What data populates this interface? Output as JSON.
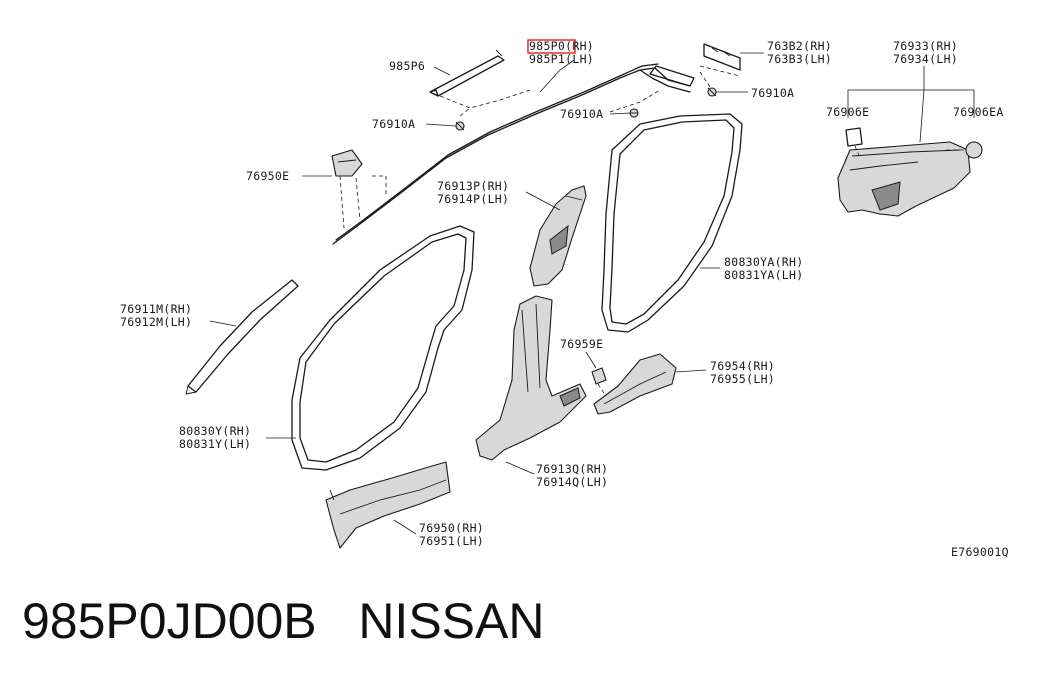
{
  "labels": {
    "p985P0_rh": "985P0(RH)",
    "p985P1_lh": "985P1(LH)",
    "p985P6": "985P6",
    "p76910A_1": "76910A",
    "p76910A_2": "76910A",
    "p76910A_3": "76910A",
    "p76950E": "76950E",
    "p763B2_rh": "763B2(RH)",
    "p763B3_lh": "763B3(LH)",
    "p76933_rh": "76933(RH)",
    "p76934_lh": "76934(LH)",
    "p76906E": "76906E",
    "p76906EA": "76906EA",
    "p76913P_rh": "76913P(RH)",
    "p76914P_lh": "76914P(LH)",
    "p80830YA_rh": "80830YA(RH)",
    "p80831YA_lh": "80831YA(LH)",
    "p76911M_rh": "76911M(RH)",
    "p76912M_lh": "76912M(LH)",
    "p76959E": "76959E",
    "p76954_rh": "76954(RH)",
    "p76955_lh": "76955(LH)",
    "p80830Y_rh": "80830Y(RH)",
    "p80831Y_lh": "80831Y(LH)",
    "p76913Q_rh": "76913Q(RH)",
    "p76914Q_lh": "76914Q(LH)",
    "p76950_rh": "76950(RH)",
    "p76951_lh": "76951(LH)",
    "figure_code": "E769001Q"
  },
  "caption": "985P0JD00B   NISSAN",
  "colors": {
    "highlight": "#e0201f",
    "line": "#1a1a1a"
  }
}
